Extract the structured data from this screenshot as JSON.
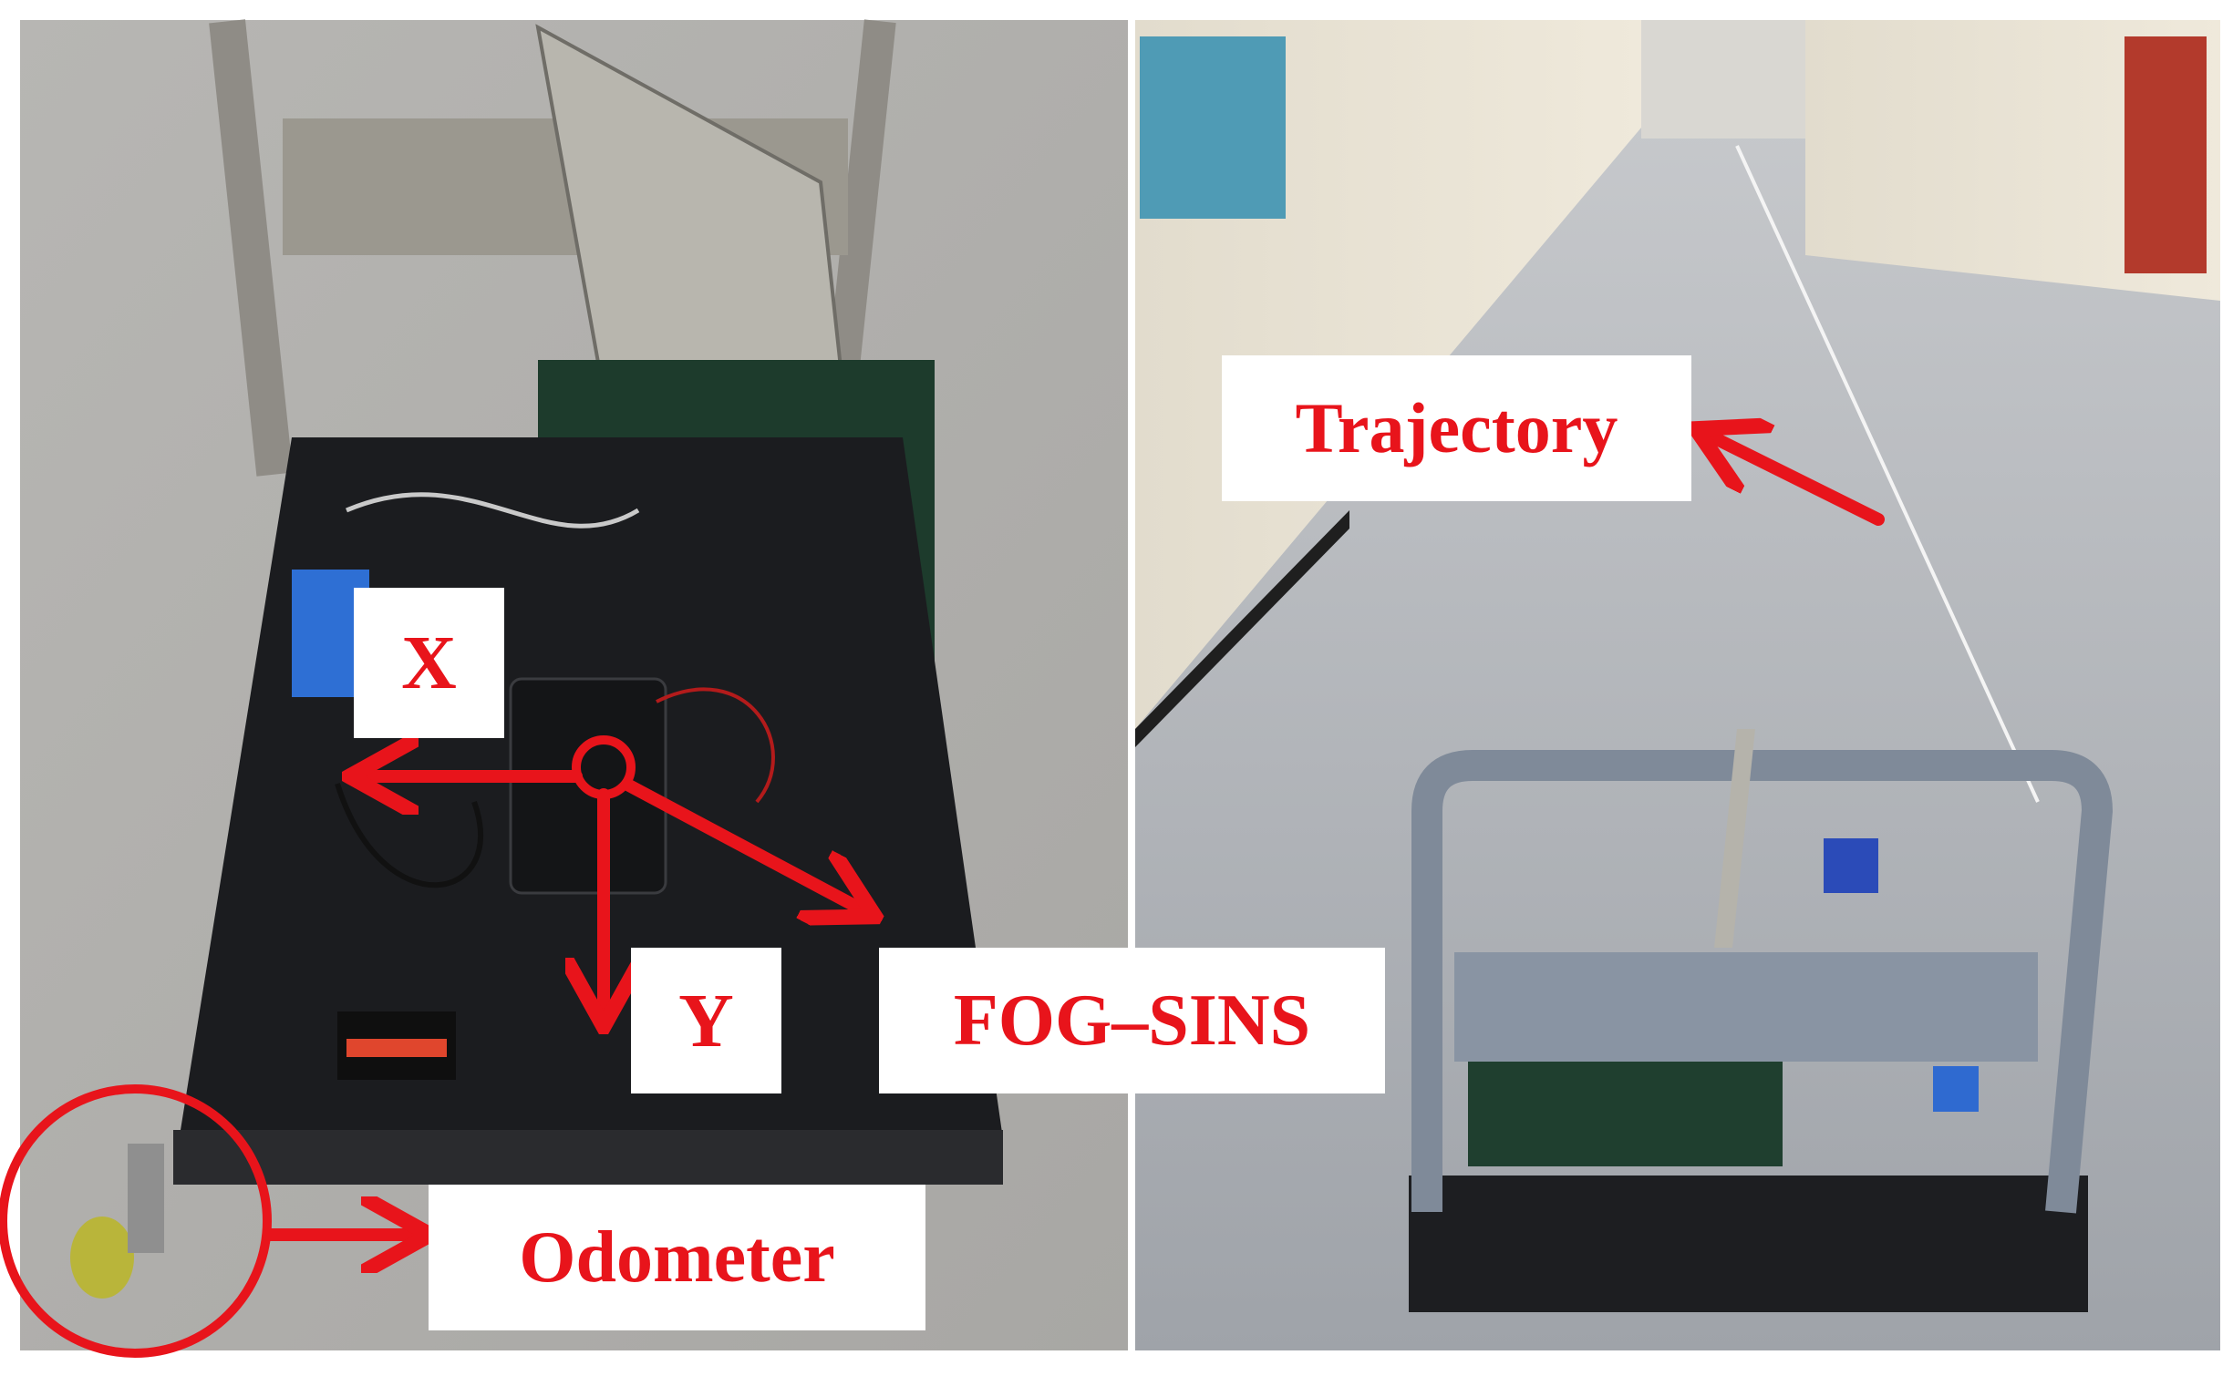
{
  "labels": {
    "x_axis": "X",
    "y_axis": "Y",
    "fog_sins": "FOG–SINS",
    "odometer": "Odometer",
    "trajectory": "Trajectory"
  },
  "colors": {
    "annotation_red": "#e8141b",
    "label_background": "#ffffff"
  },
  "panels": [
    {
      "name": "left-photo",
      "content": "cart-top-view"
    },
    {
      "name": "right-photo",
      "content": "corridor-cart-view"
    }
  ]
}
